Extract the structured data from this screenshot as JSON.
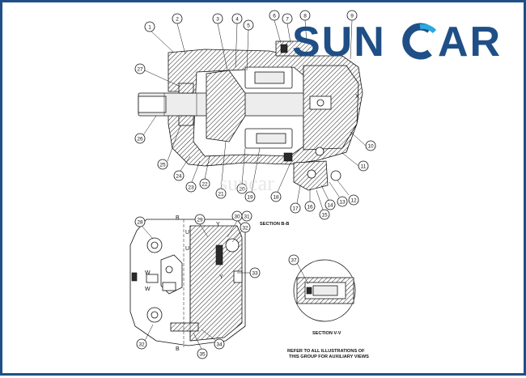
{
  "brand": {
    "logo_text_1": "SUN",
    "logo_text_2": "C",
    "logo_text_3": "AR",
    "logo_color": "#1f4f86",
    "accent_color": "#29a9e0"
  },
  "watermark": "suncar",
  "section_bb": {
    "caption": "SECTION B-B",
    "port_label": "X",
    "callouts": [
      "1",
      "2",
      "3",
      "4",
      "5",
      "6",
      "7",
      "8",
      "9",
      "10",
      "11",
      "12",
      "13",
      "14",
      "15",
      "16",
      "17",
      "18",
      "19",
      "20",
      "21",
      "22",
      "23",
      "24",
      "25",
      "26",
      "27"
    ]
  },
  "end_view": {
    "section_letters": {
      "b_top": "B",
      "b_bottom": "B",
      "u_top": "U",
      "u_mid": "U",
      "y_top": "Y",
      "y_bottom": "Y",
      "w_top": "W",
      "w_bottom": "W"
    },
    "callouts": [
      "28",
      "29",
      "30",
      "31",
      "32",
      "33",
      "32",
      "34",
      "35"
    ]
  },
  "section_vv": {
    "caption": "SECTION V-V",
    "callout": "37"
  },
  "note": {
    "line1": "REFER TO ALL ILLUSTRATIONS OF",
    "line2": "THIS GROUP FOR AUXILIARY VIEWS"
  }
}
